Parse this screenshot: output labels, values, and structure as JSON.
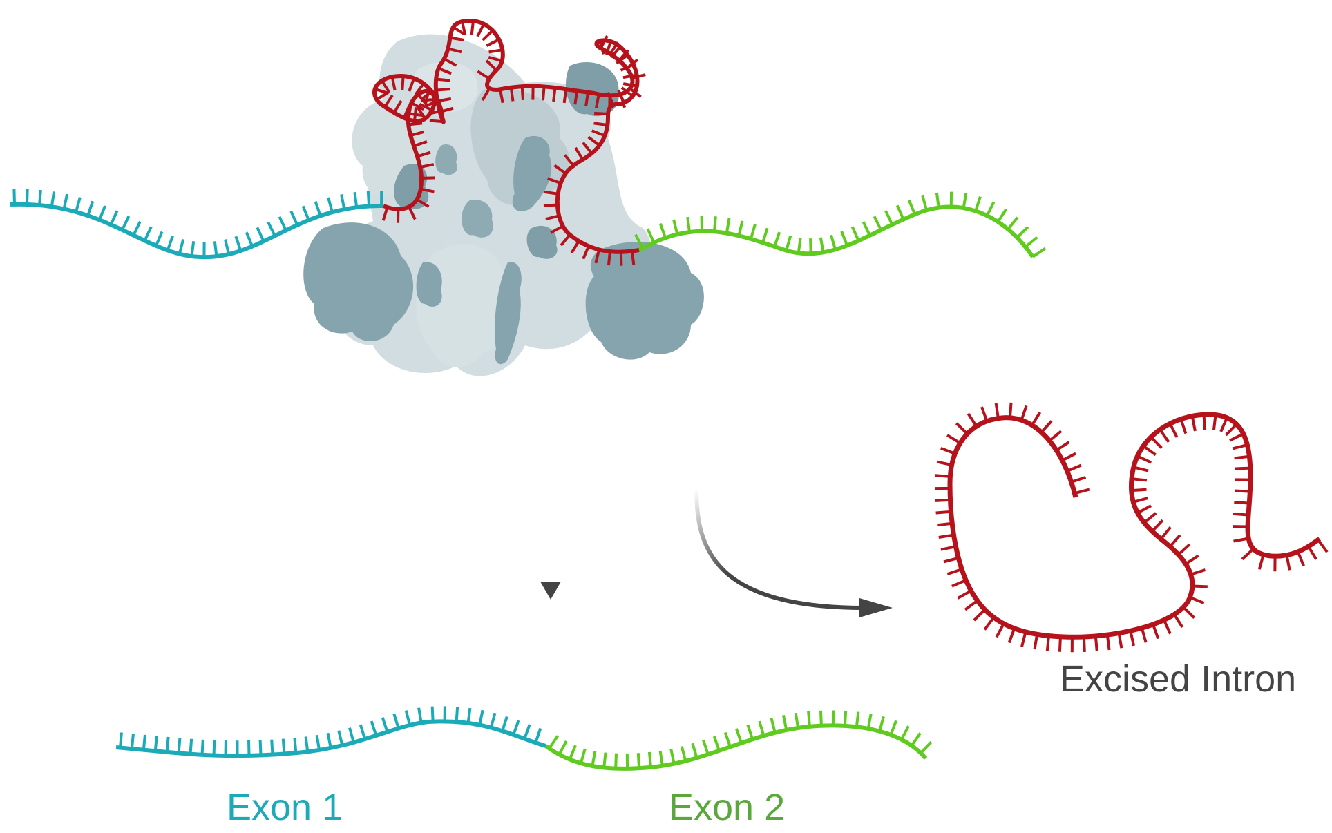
{
  "labels": {
    "exon1": "Exon 1",
    "exon2": "Exon 2",
    "intron": "Excised Intron"
  },
  "colors": {
    "exon1": "#1aaab8",
    "exon2": "#5ecb1e",
    "exon2_label": "#5aa83c",
    "intron": "#b5121b",
    "intron_label": "#444444",
    "spliceosome_light": "#c9d7da",
    "spliceosome_dark": "#7f9ea8",
    "arrow": "#444444"
  },
  "elements": {
    "spliceosome": "spliceosome-complex-icon",
    "arrows": [
      "down-arrow-icon",
      "curved-arrow-icon"
    ]
  }
}
